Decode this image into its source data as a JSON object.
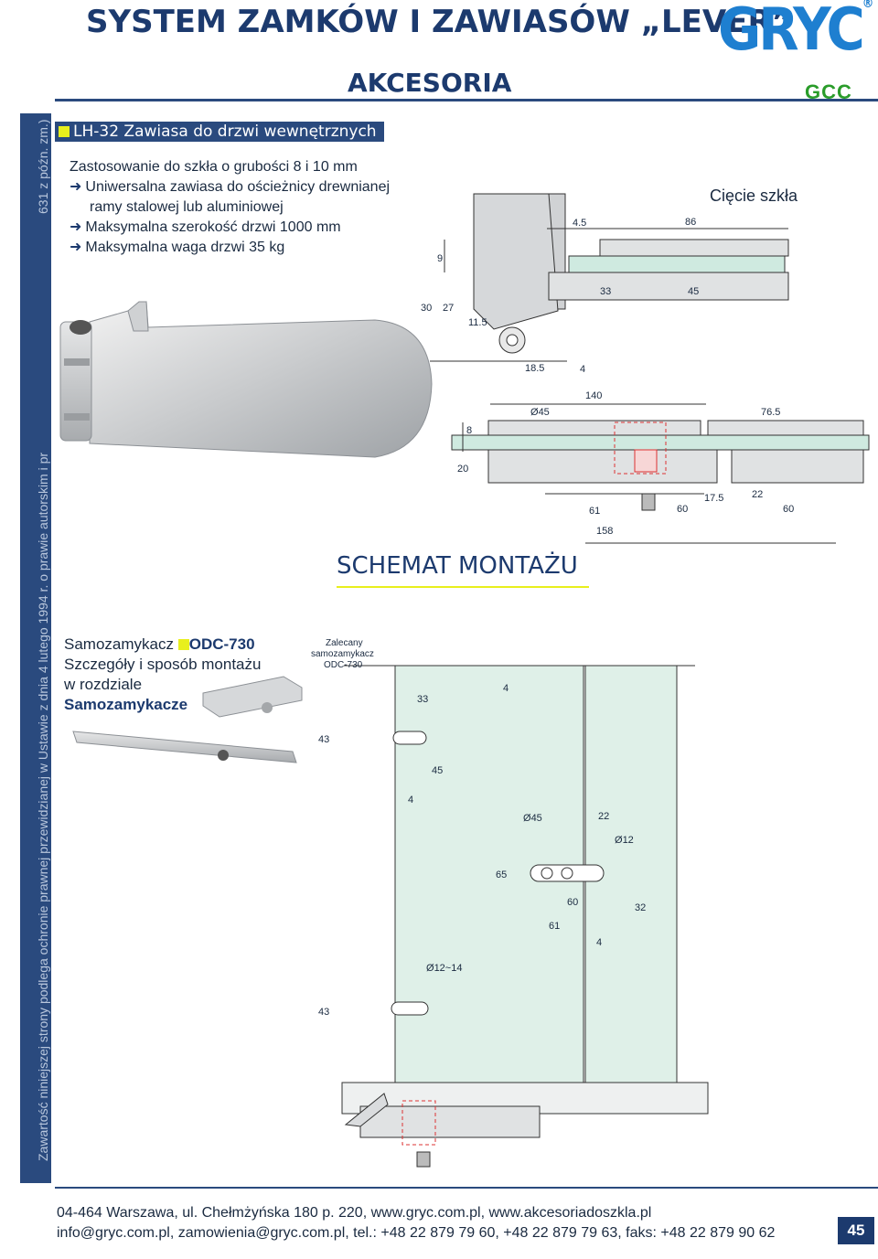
{
  "header": {
    "title": "SYSTEM ZAMKÓW I ZAWIASÓW „LEVER”",
    "brand": "GRYC",
    "brand_reg": "®",
    "sub_brand": "GCC",
    "section": "AKCESORIA"
  },
  "sidebar": {
    "text": "Zawartość niniejszej strony podlega ochronie prawnej przewidzianej w Ustawie z dnia 4 lutego 1994 r. o prawie autorskim i pr",
    "top_fragment": "631 z późn. zm.)"
  },
  "product": {
    "code_title": "LH-32 Zawiasa do drzwi wewnętrznych",
    "usage": "Zastosowanie do szkła o grubości 8 i 10 mm",
    "features": [
      "Uniwersalna zawiasa do ościeżnicy drewnianej",
      "ramy stalowej lub aluminiowej",
      "Maksymalna szerokość drzwi 1000 mm",
      "Maksymalna waga drzwi 35 kg"
    ],
    "arrow": "➜"
  },
  "glass_cut": {
    "label": "Cięcie szkła",
    "dims_top": [
      "4.5",
      "86",
      "9",
      "30",
      "27",
      "11.5",
      "33",
      "45",
      "18.5",
      "4"
    ],
    "dims_bottom": [
      "140",
      "45",
      "76.5",
      "8",
      "20",
      "61",
      "60",
      "17.5",
      "22",
      "60",
      "158"
    ],
    "diameter_symbol": "Ø"
  },
  "mounting": {
    "title": "SCHEMAT MONTAŻU",
    "recommended": [
      "Zalecany",
      "samozamykacz",
      "ODC-730"
    ],
    "dims": [
      "33",
      "4",
      "43",
      "45",
      "4",
      "45",
      "22",
      "12",
      "65",
      "60",
      "32",
      "61",
      "4",
      "12~14",
      "43"
    ]
  },
  "closer": {
    "label": "Samozamykacz",
    "code": "ODC-730",
    "line2": "Szczegóły i sposób montażu",
    "line3": "w rozdziale",
    "link": "Samozamykacze"
  },
  "footer": {
    "address": "04-464 Warszawa, ul. Chełmżyńska 180 p. 220, www.gryc.com.pl, www.akcesoriadoszkla.pl",
    "contact": "info@gryc.com.pl, zamowienia@gryc.com.pl, tel.: +48 22 879 79 60, +48 22 879 79 63, faks: +48 22 879 90 62",
    "page": "45"
  }
}
